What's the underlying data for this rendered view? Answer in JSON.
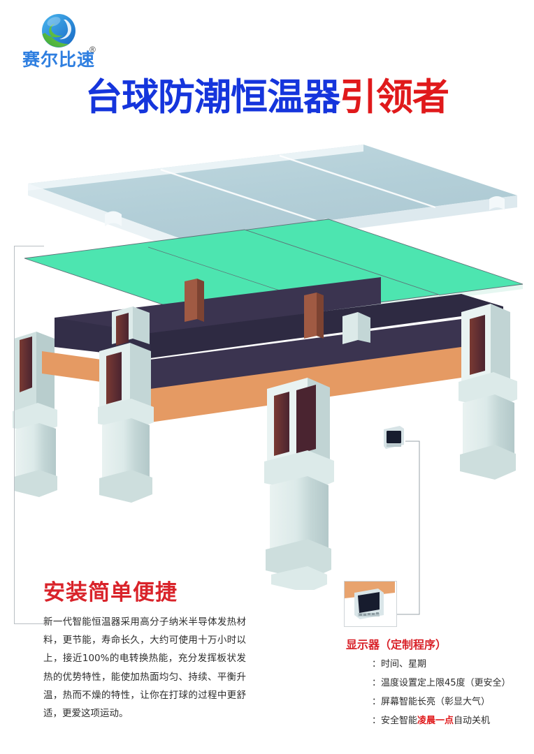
{
  "brand": {
    "logo_icon": "globe-swoosh-logo-icon",
    "name": "赛尔比速",
    "registered_mark": "®",
    "blue": "#2f7fe0",
    "green": "#4cb749"
  },
  "title": {
    "blue_part": "台球防潮恒温器",
    "red_part": "引领者",
    "blue_color": "#1535dc",
    "red_color": "#e0191b"
  },
  "illustration": {
    "name": "exploded-billiard-table-diagram",
    "parts": [
      {
        "name": "slate-top-panel",
        "color": "#b9d2da"
      },
      {
        "name": "heating-panel-left",
        "color": "#4de5b0"
      },
      {
        "name": "heating-panel-right",
        "color": "#4de5b0"
      },
      {
        "name": "table-frame",
        "color": "#3b3450"
      },
      {
        "name": "table-rail",
        "color": "#e59a63"
      },
      {
        "name": "table-leg",
        "color": "#d6e2e2"
      },
      {
        "name": "leg-heating-element",
        "color": "#3a2233"
      },
      {
        "name": "controller-display",
        "color": "#1a1f33"
      }
    ]
  },
  "left_section": {
    "heading": "安装简单便捷",
    "body": "新一代智能恒温器采用高分子纳米半导体发热材料，更节能，寿命长久，大约可使用十万小时以上，接近100%的电转换热能，充分发挥板状发热的优势特性，能使加热面均匀、持续、平衡升温，热而不燥的特性，让你在打球的过程中更舒适，更爱这项运动。"
  },
  "right_section": {
    "thumb_name": "display-device-thumbnail",
    "heading": "显示器（定制程序）",
    "specs": [
      {
        "colon": "：",
        "text": "时间、星期",
        "pre": "时间、星期",
        "highlight": "",
        "post": ""
      },
      {
        "colon": "：",
        "text": "温度设置定上限45度（更安全）",
        "pre": "温度设置定上限45度（更安全）",
        "highlight": "",
        "post": ""
      },
      {
        "colon": "：",
        "text": "屏幕智能长亮（彰显大气）",
        "pre": "屏幕智能长亮（彰显大气）",
        "highlight": "",
        "post": ""
      },
      {
        "colon": "：",
        "text": "安全智能凌晨一点自动关机",
        "pre": "安全智能",
        "highlight": "凌晨一点",
        "post": "自动关机"
      }
    ]
  }
}
